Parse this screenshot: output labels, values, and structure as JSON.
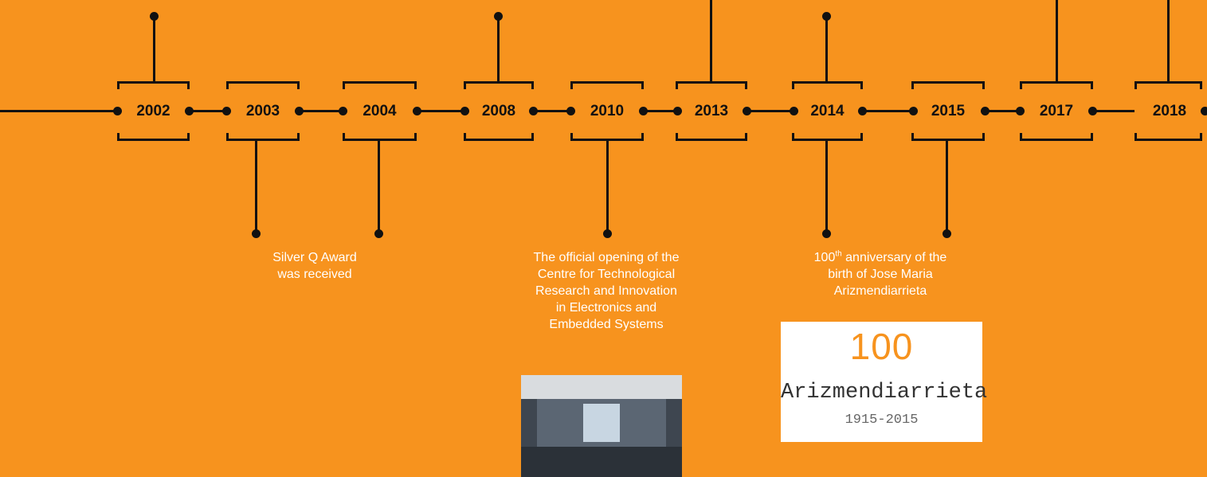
{
  "timeline": {
    "years": [
      "2002",
      "2003",
      "2004",
      "2008",
      "2010",
      "2013",
      "2014",
      "2015",
      "2017",
      "2018"
    ],
    "events": [
      {
        "year": "2003",
        "text_lines": [
          "Silver Q Award",
          "was received"
        ]
      },
      {
        "year": "2010",
        "text_lines": [
          "The official opening of the",
          "Centre for Technological",
          "Research and Innovation",
          "in Electronics and",
          "Embedded Systems"
        ]
      },
      {
        "year": "2014",
        "text_first_prefix": "100",
        "text_first_sup": "th",
        "text_first_rest": " anniversary of the",
        "text_lines": [
          "birth of Jose Maria",
          "Arizmendiarrieta"
        ]
      }
    ]
  },
  "logo": {
    "number": "100",
    "name": "Arizmendiarrieta",
    "years": "1915-2015"
  },
  "colors": {
    "background": "#f7931e",
    "line": "#111111",
    "caption_text": "#ffffff"
  }
}
